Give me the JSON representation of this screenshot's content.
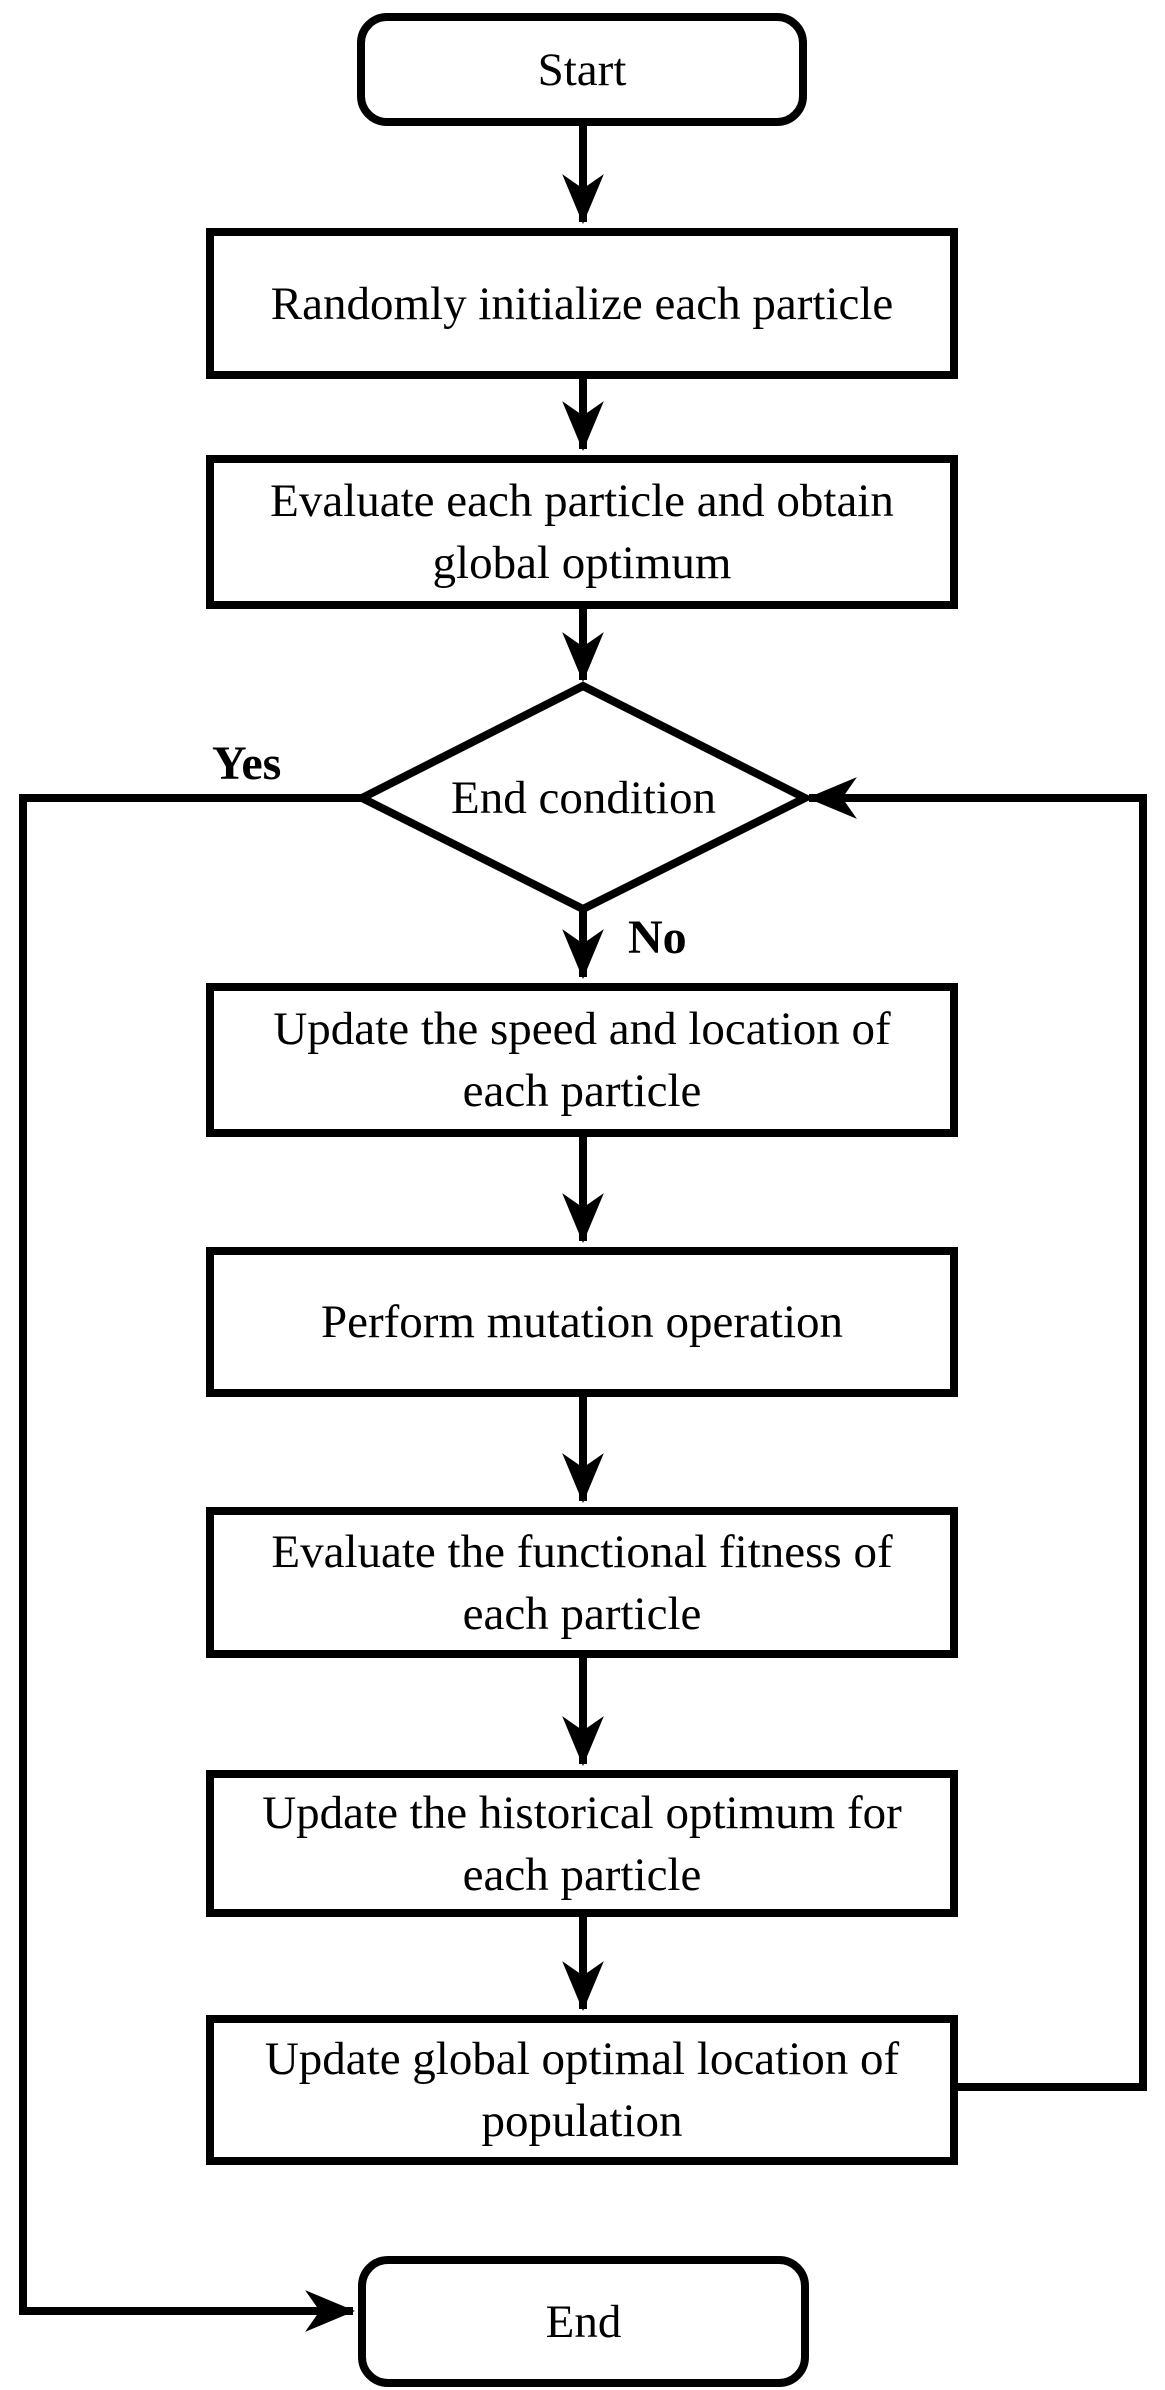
{
  "flowchart": {
    "nodes": {
      "start": {
        "label": "Start",
        "shape": "terminator"
      },
      "initialize": {
        "label": "Randomly initialize each particle",
        "shape": "process"
      },
      "evaluate_obtain": {
        "label": "Evaluate each particle and obtain\nglobal optimum",
        "shape": "process"
      },
      "end_condition": {
        "label": "End condition",
        "shape": "decision"
      },
      "update_speed": {
        "label": "Update the speed and location of\neach particle",
        "shape": "process"
      },
      "mutation": {
        "label": "Perform mutation operation",
        "shape": "process"
      },
      "fitness": {
        "label": "Evaluate the functional fitness of\neach particle",
        "shape": "process"
      },
      "historical": {
        "label": "Update the historical optimum for\neach particle",
        "shape": "process"
      },
      "global_location": {
        "label": "Update global optimal location of\npopulation",
        "shape": "process"
      },
      "end": {
        "label": "End",
        "shape": "terminator"
      }
    },
    "edge_labels": {
      "yes": "Yes",
      "no": "No"
    },
    "edges": [
      {
        "from": "start",
        "to": "initialize",
        "label": ""
      },
      {
        "from": "initialize",
        "to": "evaluate_obtain",
        "label": ""
      },
      {
        "from": "evaluate_obtain",
        "to": "end_condition",
        "label": ""
      },
      {
        "from": "end_condition",
        "to": "update_speed",
        "label": "No"
      },
      {
        "from": "update_speed",
        "to": "mutation",
        "label": ""
      },
      {
        "from": "mutation",
        "to": "fitness",
        "label": ""
      },
      {
        "from": "fitness",
        "to": "historical",
        "label": ""
      },
      {
        "from": "historical",
        "to": "global_location",
        "label": ""
      },
      {
        "from": "global_location",
        "to": "end_condition",
        "label": ""
      },
      {
        "from": "end_condition",
        "to": "end",
        "label": "Yes"
      }
    ],
    "colors": {
      "line": "#000000",
      "fill": "#ffffff",
      "text": "#000000"
    }
  }
}
